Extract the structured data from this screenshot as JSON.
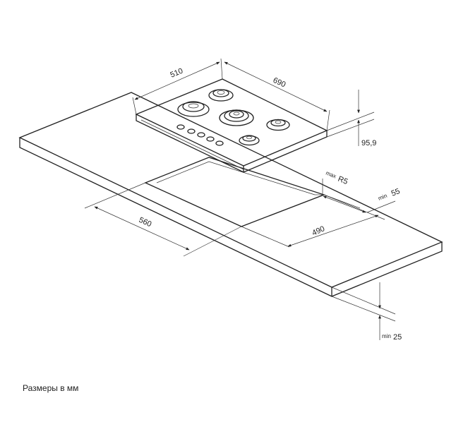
{
  "dimensions": {
    "hob_depth": "510",
    "hob_width": "690",
    "hob_height": "95,9",
    "cutout_depth": "490",
    "cutout_width": "560",
    "radius_prefix": "max",
    "radius_value": "R5",
    "edge_prefix": "min",
    "edge_value": "55",
    "worktop_prefix": "min",
    "worktop_value": "25"
  },
  "footer": {
    "note": "Размеры в мм"
  }
}
